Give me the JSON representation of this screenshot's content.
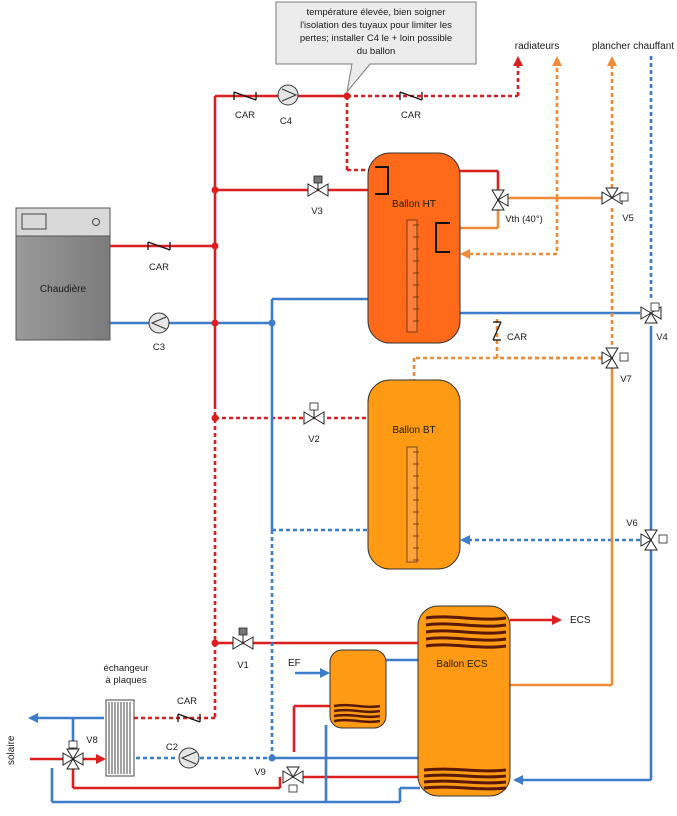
{
  "callout": {
    "lines": [
      "température élevée, bien soigner",
      "l'isolation des tuyaux pour limiter les",
      "pertes; installer C4 le + loin possible",
      "du ballon"
    ]
  },
  "tanks": {
    "chaudiere": "Chaudière",
    "ballon_ht": "Ballon HT",
    "ballon_bt": "Ballon BT",
    "ballon_ecs": "Ballon ECS",
    "echangeur_line1": "échangeur",
    "echangeur_line2": "à plaques"
  },
  "outputs": {
    "radiateurs": "radiateurs",
    "plancher": "plancher chauffant",
    "ecs": "ECS",
    "ef": "EF",
    "solaire": "solaire"
  },
  "valves": {
    "v1": "V1",
    "v2": "V2",
    "v3": "V3",
    "v4": "V4",
    "v5": "V5",
    "v6": "V6",
    "v7": "V7",
    "v8": "V8",
    "v9": "V9",
    "vth": "Vth (40°)"
  },
  "pumps": {
    "c2": "C2",
    "c3": "C3",
    "c4": "C4"
  },
  "checks": {
    "car_top_left": "CAR",
    "car_top_right": "CAR",
    "car_boiler": "CAR",
    "car_middle": "CAR",
    "car_bottom": "CAR"
  },
  "colors": {
    "hot_line": "#dc1e1e",
    "cold_line": "#3d7cc9",
    "warm_line": "#ef8a36",
    "ballon_ht": "#ff6a1a",
    "ballon_bt": "#ff9a14",
    "ballon_ecs": "#ff9a14",
    "chaudiere": "#8c8c8c"
  }
}
